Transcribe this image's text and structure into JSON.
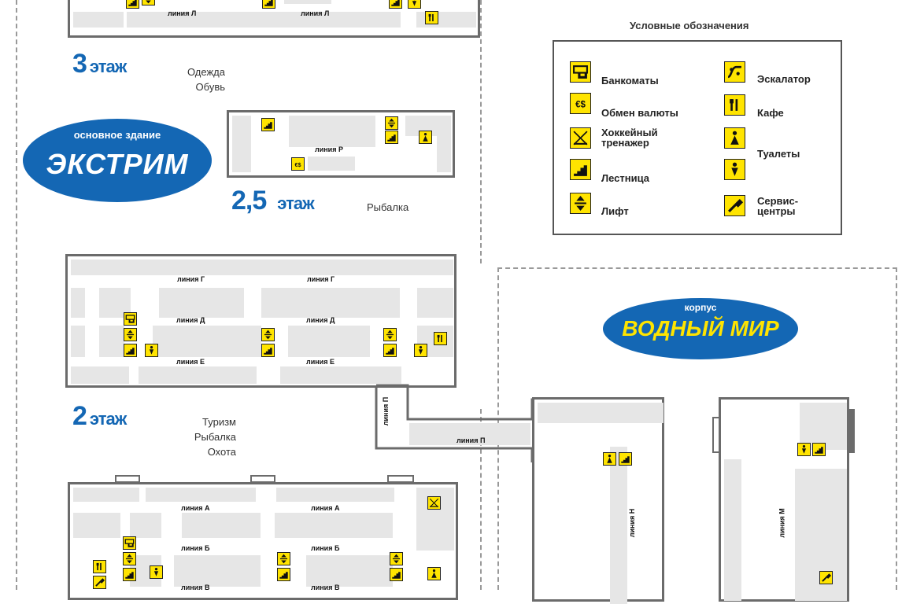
{
  "lines": {
    "L": "линия Л",
    "R": "линия Р",
    "G": "линия Г",
    "D": "линия Д",
    "E": "линия Е",
    "P": "линия П",
    "A": "линия А",
    "B": "линия Б",
    "V": "линия В",
    "N": "линия Н",
    "M": "линия М"
  },
  "floors": {
    "f3": {
      "num": "3",
      "word": "этаж",
      "cats": [
        "Одежда",
        "Обувь"
      ]
    },
    "f25": {
      "num": "2,5",
      "word": "этаж",
      "cats": [
        "Рыбалка"
      ]
    },
    "f2": {
      "num": "2",
      "word": "этаж",
      "cats": [
        "Туризм",
        "Рыбалка",
        "Охота"
      ]
    }
  },
  "buildings": {
    "main": {
      "caption": "основное здание",
      "name": "ЭКСТРИМ"
    },
    "water": {
      "caption": "корпус",
      "name": "ВОДНЫЙ МИР"
    }
  },
  "legend": {
    "title": "Условные обозначения",
    "items": [
      {
        "icon": "atm-icon",
        "label": "Банкоматы"
      },
      {
        "icon": "currency-exchange-icon",
        "label": "Обмен валюты"
      },
      {
        "icon": "hockey-trainer-icon",
        "label1": "Хоккейный",
        "label2": "тренажер"
      },
      {
        "icon": "stairs-icon",
        "label": "Лестница"
      },
      {
        "icon": "elevator-icon",
        "label": "Лифт"
      },
      {
        "icon": "escalator-icon",
        "label": "Эскалатор"
      },
      {
        "icon": "cafe-icon",
        "label": "Кафе"
      },
      {
        "icon": "toilet-icon",
        "label": "Туалеты"
      },
      {
        "icon": "toilet-down-icon",
        "label": ""
      },
      {
        "icon": "service-center-icon",
        "label1": "Сервис-",
        "label2": "центры"
      }
    ]
  },
  "colors": {
    "accent": "#1467b4",
    "icon": "#ffe400",
    "wall": "#6b6b6b",
    "shop": "#e6e6e6"
  }
}
